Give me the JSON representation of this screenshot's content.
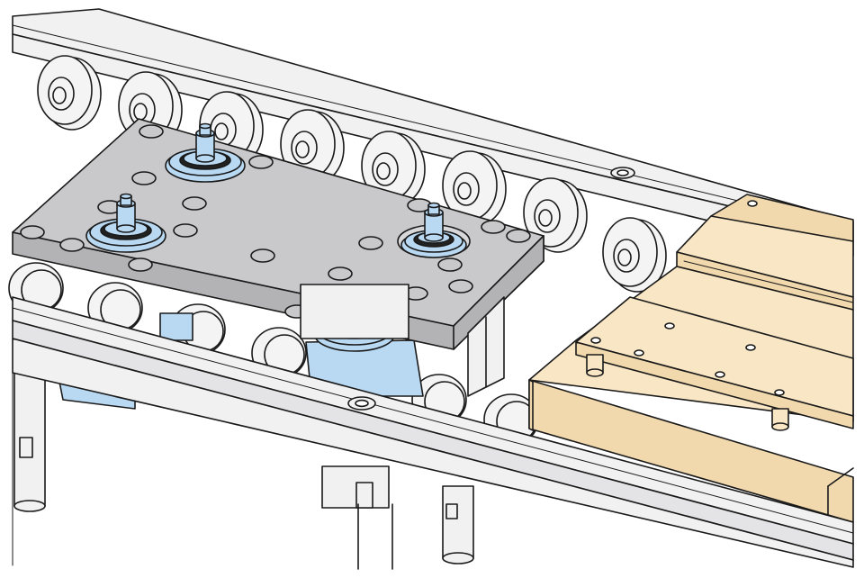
{
  "diagram": {
    "colors": {
      "outline": "#1a1a1a",
      "rail": "#f1f1f2",
      "rail_shade": "#e4e4e6",
      "roller": "#f4f4f5",
      "plate": "#c9c9cb",
      "plate_side": "#b3b3b5",
      "pin_blue": "#b9d8f2",
      "block_tan": "#f8e6c4",
      "block_tan_side": "#f2d9ad",
      "background": "#ffffff"
    },
    "parts": {
      "rollers": 14,
      "locating_pins": 4,
      "positioning_plate": 1,
      "workpiece_pallet": 1
    }
  }
}
